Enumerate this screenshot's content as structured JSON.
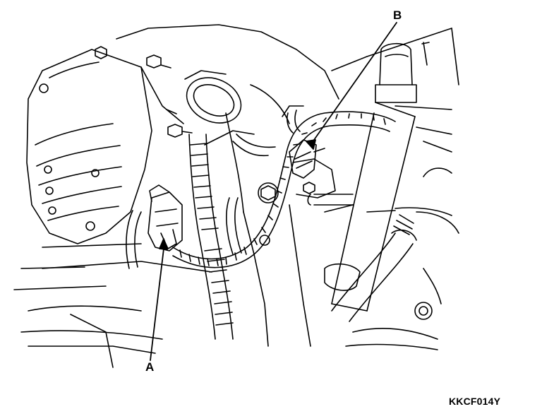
{
  "callouts": {
    "a": "A",
    "b": "B"
  },
  "figure_code": "KKCF014Y",
  "colors": {
    "ink": "#000000",
    "paper": "#ffffff"
  }
}
